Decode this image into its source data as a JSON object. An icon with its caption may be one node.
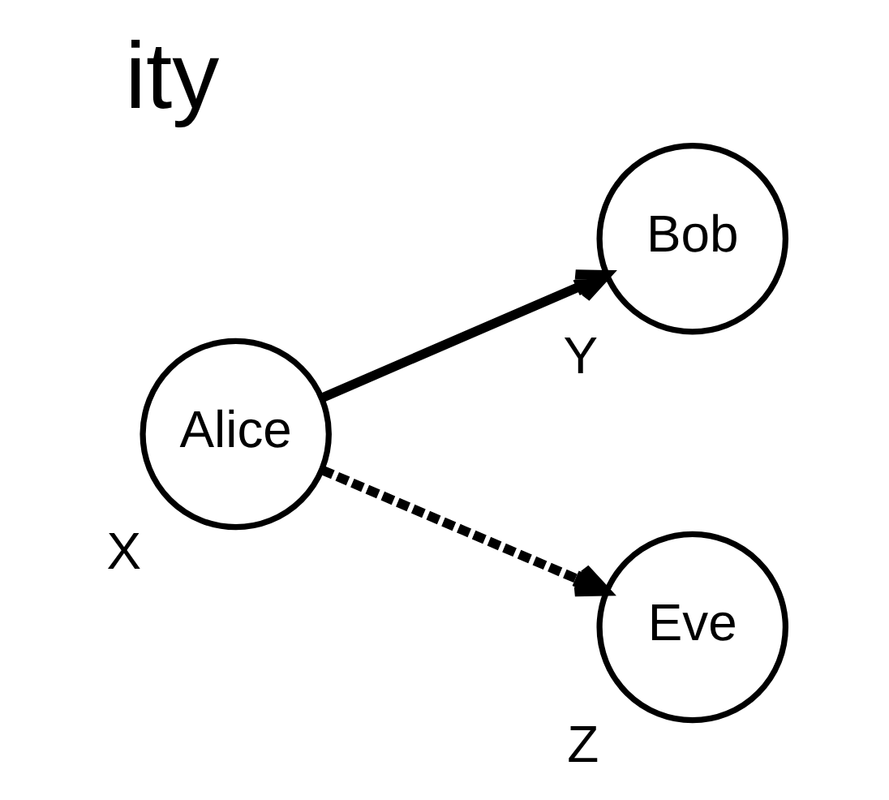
{
  "diagram": {
    "title": "ity",
    "nodes": [
      {
        "text": [
          "Alice"
        ],
        "beside": [
          "X"
        ]
      },
      {
        "text": [
          "Bob"
        ],
        "beside": [
          "Y"
        ]
      },
      {
        "text": [
          "Eve"
        ],
        "beside": [
          "Z"
        ]
      }
    ],
    "edges": [
      {
        "from": 0,
        "to": 1,
        "arrow": "to"
      },
      {
        "from": 0,
        "to": 2,
        "arrow": "to",
        "style": "dashed"
      }
    ]
  }
}
